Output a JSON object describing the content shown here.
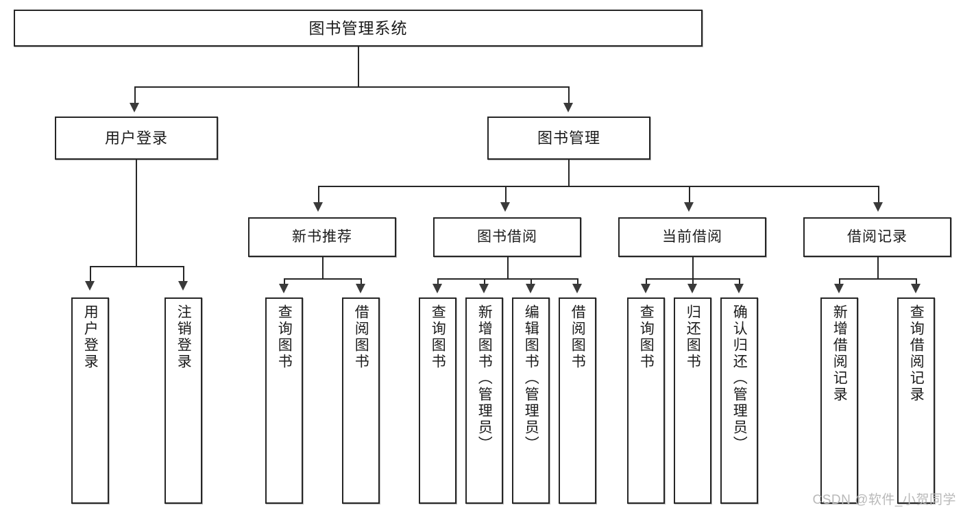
{
  "diagram": {
    "title": "图书管理系统",
    "type": "tree",
    "watermark": "CSDN @软件_小贺同学",
    "colors": {
      "box_border": "#262626",
      "box_fill": "#ffffff",
      "connector": "#262626",
      "arrow": "#3a3a3a",
      "watermark": "#b9b9b9",
      "background": "#ffffff"
    },
    "nodes": {
      "root": {
        "label": "图书管理系统"
      },
      "level2": [
        {
          "label": "用户登录"
        },
        {
          "label": "图书管理"
        }
      ],
      "level3": [
        {
          "label": "新书推荐"
        },
        {
          "label": "图书借阅"
        },
        {
          "label": "当前借阅"
        },
        {
          "label": "借阅记录"
        }
      ],
      "leaves": {
        "user_login": [
          {
            "label": "用户登录"
          },
          {
            "label": "注销登录"
          }
        ],
        "new_book_recommend": [
          {
            "label": "查询图书"
          },
          {
            "label": "借阅图书"
          }
        ],
        "book_borrow": [
          {
            "label": "查询图书"
          },
          {
            "label": "新增图书（管理员）"
          },
          {
            "label": "编辑图书（管理员）"
          },
          {
            "label": "借阅图书"
          }
        ],
        "current_borrow": [
          {
            "label": "查询图书"
          },
          {
            "label": "归还图书"
          },
          {
            "label": "确认归还（管理员）"
          }
        ],
        "borrow_record": [
          {
            "label": "新增借阅记录"
          },
          {
            "label": "查询借阅记录"
          }
        ]
      }
    }
  }
}
